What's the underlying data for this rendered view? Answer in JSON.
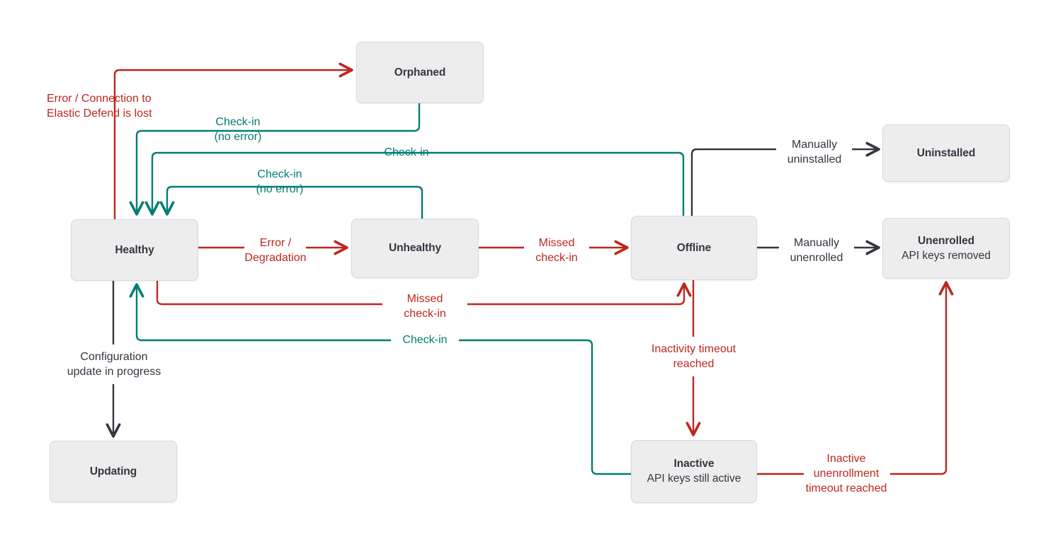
{
  "diagram": {
    "title": "Elastic Agent status state diagram",
    "colors": {
      "red": "#BD271E",
      "teal": "#017D73",
      "dark": "#343741",
      "node_fill": "#EDEDED",
      "node_border": "#D3DAE6",
      "background": "#FFFFFF"
    },
    "nodes": [
      {
        "id": "orphaned",
        "title": "Orphaned",
        "sub": ""
      },
      {
        "id": "healthy",
        "title": "Healthy",
        "sub": ""
      },
      {
        "id": "unhealthy",
        "title": "Unhealthy",
        "sub": ""
      },
      {
        "id": "offline",
        "title": "Offline",
        "sub": ""
      },
      {
        "id": "uninstalled",
        "title": "Uninstalled",
        "sub": ""
      },
      {
        "id": "unenrolled",
        "title": "Unenrolled",
        "sub": "API keys removed"
      },
      {
        "id": "inactive",
        "title": "Inactive",
        "sub": "API keys still active"
      },
      {
        "id": "updating",
        "title": "Updating",
        "sub": ""
      }
    ],
    "edge_labels": [
      {
        "id": "error-connection-lost",
        "text": "Error / Connection to\nElastic Defend is lost",
        "color": "red",
        "from": "healthy",
        "to": "orphaned"
      },
      {
        "id": "checkin-no-error-top",
        "text": "Check-in\n(no error)",
        "color": "teal",
        "from": "orphaned",
        "to": "healthy"
      },
      {
        "id": "checkin-offline-healthy",
        "text": "Check-in",
        "color": "teal",
        "from": "offline",
        "to": "healthy"
      },
      {
        "id": "checkin-no-error-mid",
        "text": "Check-in\n(no error)",
        "color": "teal",
        "from": "unhealthy",
        "to": "healthy"
      },
      {
        "id": "error-degradation",
        "text": "Error /\nDegradation",
        "color": "red",
        "from": "healthy",
        "to": "unhealthy"
      },
      {
        "id": "missed-checkin-unhealthy",
        "text": "Missed\ncheck-in",
        "color": "red",
        "from": "unhealthy",
        "to": "offline"
      },
      {
        "id": "missed-checkin-healthy",
        "text": "Missed\ncheck-in",
        "color": "red",
        "from": "healthy",
        "to": "offline"
      },
      {
        "id": "checkin-inactive-healthy",
        "text": "Check-in",
        "color": "teal",
        "from": "inactive",
        "to": "healthy"
      },
      {
        "id": "manually-uninstalled",
        "text": "Manually\nuninstalled",
        "color": "dark",
        "from": "offline",
        "to": "uninstalled"
      },
      {
        "id": "manually-unenrolled",
        "text": "Manually\nunenrolled",
        "color": "dark",
        "from": "offline",
        "to": "unenrolled"
      },
      {
        "id": "inactivity-timeout",
        "text": "Inactivity timeout\nreached",
        "color": "red",
        "from": "offline",
        "to": "inactive"
      },
      {
        "id": "inactive-unenrollment",
        "text": "Inactive\nunenrollment\ntimeout reached",
        "color": "red",
        "from": "inactive",
        "to": "unenrolled"
      },
      {
        "id": "configuration-update",
        "text": "Configuration\nupdate in progress",
        "color": "dark",
        "from": "healthy",
        "to": "updating"
      }
    ]
  }
}
